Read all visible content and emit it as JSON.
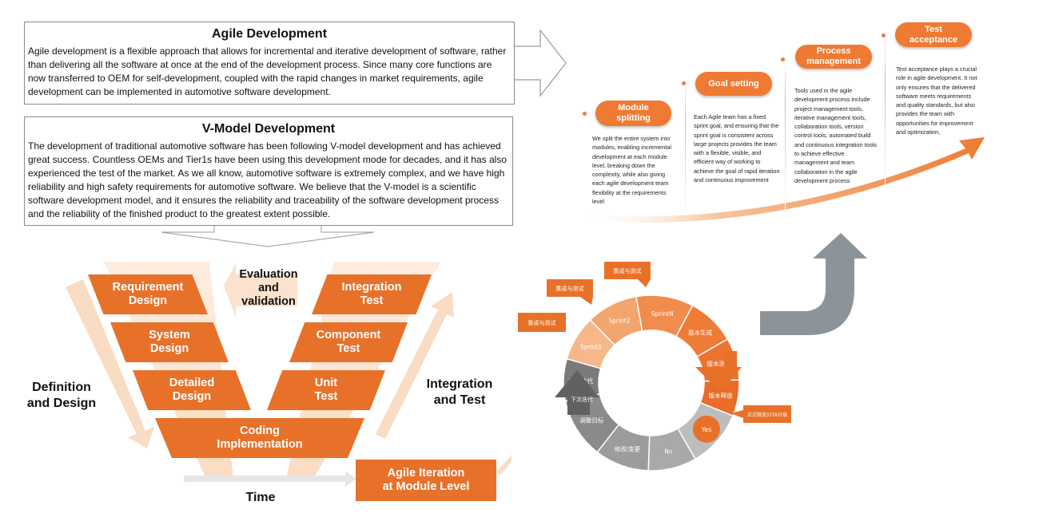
{
  "agile_box": {
    "title": "Agile Development",
    "body": "Agile development is a flexible approach that allows for incremental and iterative development of software, rather than delivering all the software at once at the end of the development process. Since many core functions are now transferred to OEM for self-development, coupled with the rapid changes in market requirements, agile development can be implemented in automotive software development."
  },
  "vmodel_box": {
    "title": "V-Model Development",
    "body": "The development of traditional automotive software has been following V-model development and has achieved great success. Countless OEMs and Tier1s have been using this development mode for decades, and it has also experienced the test of the market. As we all know, automotive software is extremely complex, and we have high reliability and high safety requirements for automotive software. We believe that the V-model is a scientific software development model, and it ensures the reliability and traceability of the software development process and the reliability of the finished product to the greatest extent possible."
  },
  "vmodel": {
    "left": [
      "Requirement|Design",
      "System|Design",
      "Detailed|Design"
    ],
    "right": [
      "Integration|Test",
      "Component|Test",
      "Unit|Test"
    ],
    "bottom": "Coding|Implementation",
    "evaluation": "Evaluation|and|validation",
    "left_label": "Definition|and Design",
    "right_label": "Integration|and Test",
    "time_label": "Time",
    "agile_iteration": "Agile Iteration|at Module Level",
    "color": "#e8712a"
  },
  "cycle": {
    "segments": [
      "SprintN",
      "版本生成",
      "版本测试",
      "版本释放",
      "Yes",
      "No",
      "修改/变更",
      "调整目标",
      "下次迭代",
      "Sprint1",
      "Sprint2"
    ],
    "callouts": [
      "集成与测试",
      "集成与测试",
      "集成与测试"
    ],
    "release_note": "正式释放/OTA升级"
  },
  "phases": [
    {
      "label": "Module|splitting",
      "desc": "We split the entire system into modules, enabling incremental development at each module level, breaking down the complexity, while also giving each agile development team flexibility at the requirements level"
    },
    {
      "label": "Goal setting",
      "desc": "Each Agile team has a fixed sprint goal, and ensuring that the sprint goal is consistent across large projects provides the team with a flexible, visible, and efficient way of working to achieve the goal of rapid iteration and continuous improvement"
    },
    {
      "label": "Process|management",
      "desc": "Tools used in the agile development process include project management tools, iterative management tools, collaboration tools, version control tools, automated build and continuous integration tools to achieve effective management and team collaboration in the agile development process"
    },
    {
      "label": "Test|acceptance",
      "desc": "Test acceptance plays a crucial role in agile development. It not only ensures that the delivered software meets requirements and quality standards, but also provides the team with opportunities for improvement and optimization,"
    }
  ]
}
